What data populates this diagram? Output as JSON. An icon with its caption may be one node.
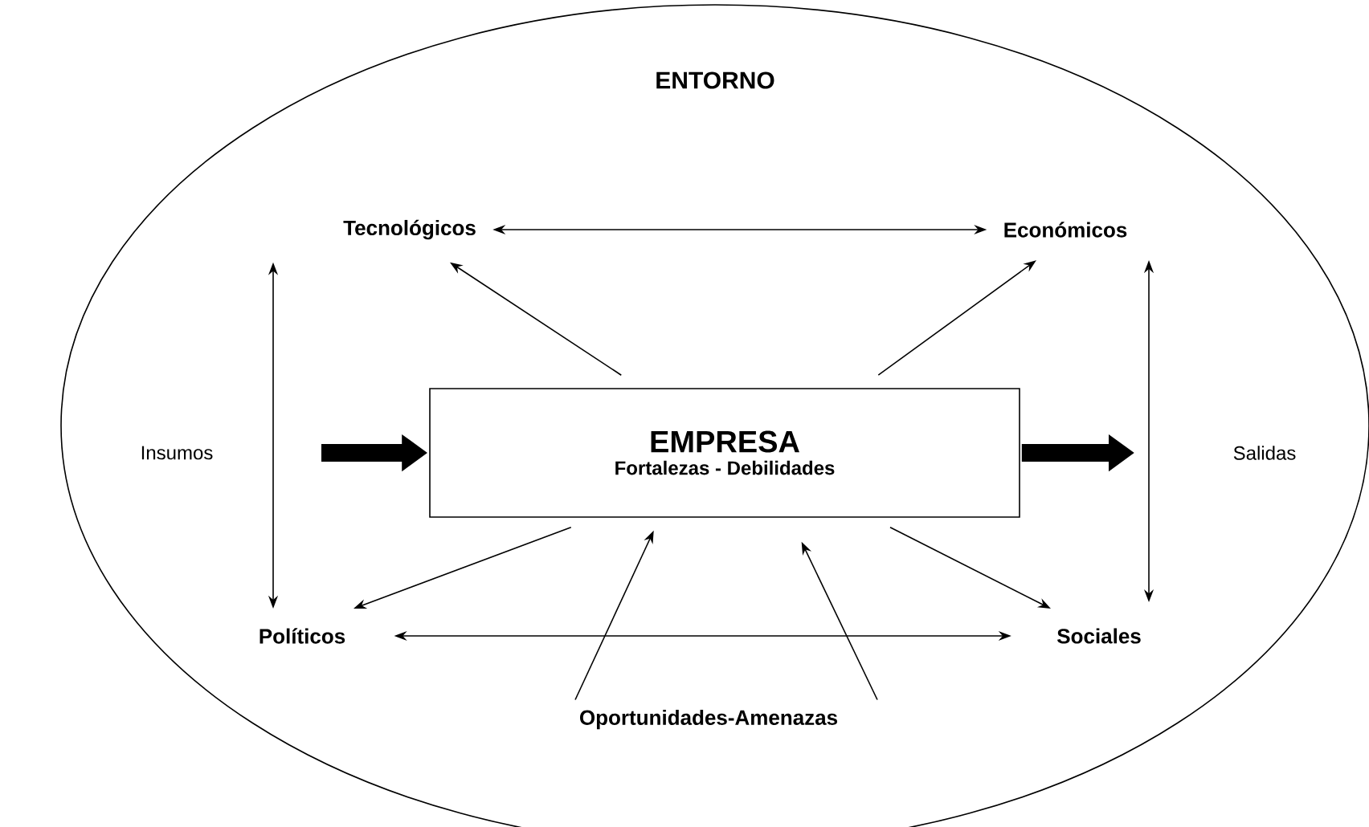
{
  "diagram": {
    "nodes": [
      {
        "text": [
          "ENTORNO"
        ]
      },
      {
        "text": [
          "Tecnológicos"
        ],
        "in": 0
      },
      {
        "text": [
          "Económicos"
        ],
        "in": 0
      },
      {
        "text": [
          "EMPRESA",
          "Fortalezas - Debilidades"
        ],
        "in": 0
      },
      {
        "text": [
          "Políticos"
        ],
        "in": 0
      },
      {
        "text": [
          "Sociales"
        ],
        "in": 0
      },
      {
        "text": [
          "Oportunidades-Amenazas"
        ],
        "in": 0
      }
    ],
    "edges": [
      {
        "from": 1,
        "to": 2,
        "arrow": "both"
      },
      {
        "from": 1,
        "to": 4,
        "arrow": "both"
      },
      {
        "from": 2,
        "to": 5,
        "arrow": "both"
      },
      {
        "from": 4,
        "to": 5,
        "arrow": "both"
      },
      {
        "from": 3,
        "to": 1,
        "arrow": "to"
      },
      {
        "from": 3,
        "to": 2,
        "arrow": "to"
      },
      {
        "from": 3,
        "to": 4,
        "arrow": "to"
      },
      {
        "from": 3,
        "to": 5,
        "arrow": "to"
      },
      {
        "from": 6,
        "to": 3,
        "arrow": "to"
      },
      {
        "from": 6,
        "to": 3,
        "arrow": "to"
      },
      {
        "from": null,
        "to": 3,
        "arrow": "to",
        "style": "thick"
      },
      {
        "from": 3,
        "to": null,
        "arrow": "to",
        "style": "thick"
      }
    ],
    "labels": [
      "Insumos",
      "Salidas"
    ]
  }
}
